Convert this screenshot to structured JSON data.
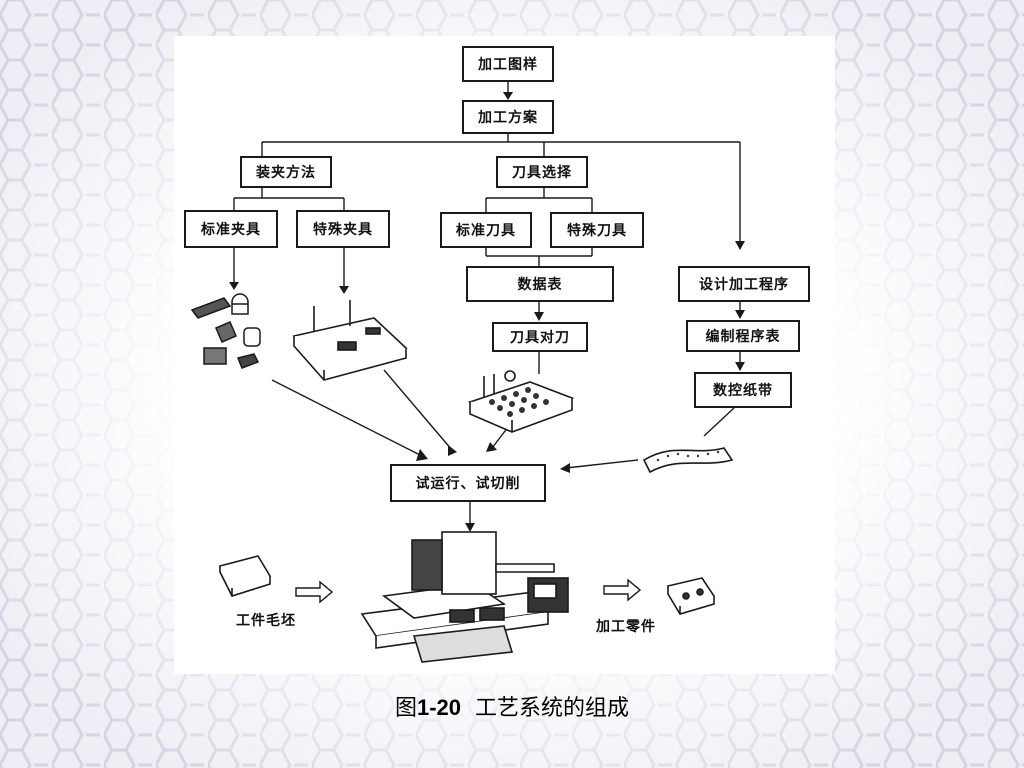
{
  "slide": {
    "caption_prefix": "图",
    "caption_number": "1-20",
    "caption_text": "工艺系统的组成"
  },
  "diagram": {
    "nodes": {
      "drawing": "加工图样",
      "plan": "加工方案",
      "clamping": "装夹方法",
      "tool_select": "刀具选择",
      "std_fixture": "标准夹具",
      "special_fixture": "特殊夹具",
      "std_tool": "标准刀具",
      "special_tool": "特殊刀具",
      "datasheet": "数据表",
      "tool_setting": "刀具对刀",
      "design_program": "设计加工程序",
      "program_sheet": "编制程序表",
      "nc_tape": "数控纸带",
      "trial_run": "试运行、试切削"
    },
    "labels": {
      "blank": "工件毛坯",
      "part": "加工零件"
    },
    "colors": {
      "background": "#efeef4",
      "hexagon": "#d9d7e6",
      "line": "#1a1a1a"
    }
  }
}
